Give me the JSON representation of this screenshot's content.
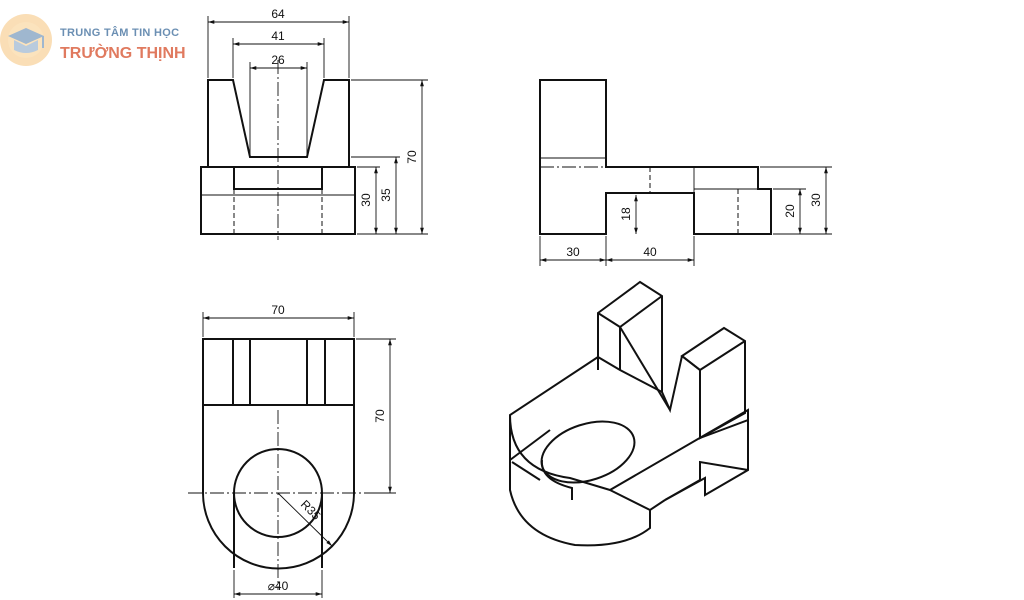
{
  "logo": {
    "line1": "TRUNG TÂM TIN HỌC",
    "line2": "TRƯỜNG THỊNH",
    "accent_orange": "#f0a24a",
    "accent_blue": "#6b8fb3",
    "accent_red": "#e07a5f"
  },
  "front_view": {
    "dim_top_width": "64",
    "dim_slot_top": "41",
    "dim_slot_bottom": "26",
    "dim_total_height": "70",
    "dim_mid_height": "35",
    "dim_base_height": "30"
  },
  "side_view": {
    "dim_left_width": "30",
    "dim_mid_width": "40",
    "dim_notch_height": "18",
    "dim_step_height": "20",
    "dim_base_height": "30"
  },
  "top_view": {
    "dim_width": "70",
    "dim_height": "70",
    "dim_radius": "R35",
    "dim_diameter": "⌀40"
  }
}
